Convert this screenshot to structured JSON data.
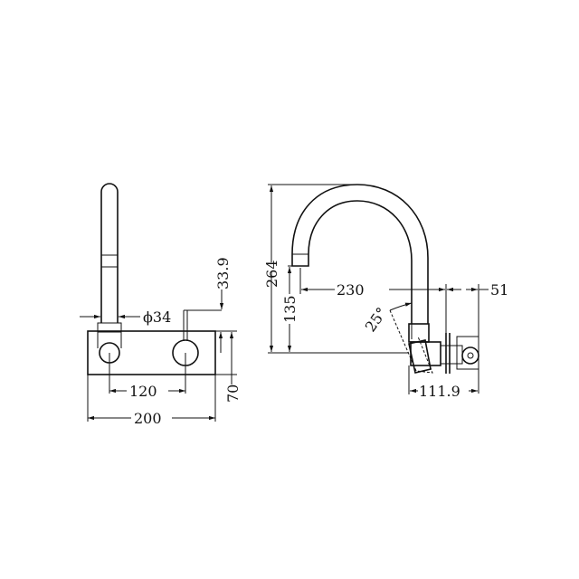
{
  "drawing": {
    "title": "Wall-mounted mixer tap technical drawing",
    "views": [
      "front-view",
      "side-view"
    ],
    "front_view": {
      "dimensions": {
        "spout_diameter": "ϕ34",
        "handle_offset": "33.9",
        "centers_spacing": "120",
        "plate_width": "200",
        "plate_height": "70"
      }
    },
    "side_view": {
      "dimensions": {
        "total_height": "264",
        "spout_outlet_height": "135",
        "spout_reach": "230",
        "body_depth": "51",
        "wall_projection": "111.9",
        "handle_angle": "25°"
      }
    },
    "colors": {
      "line": "#111111",
      "background": "#ffffff"
    }
  }
}
